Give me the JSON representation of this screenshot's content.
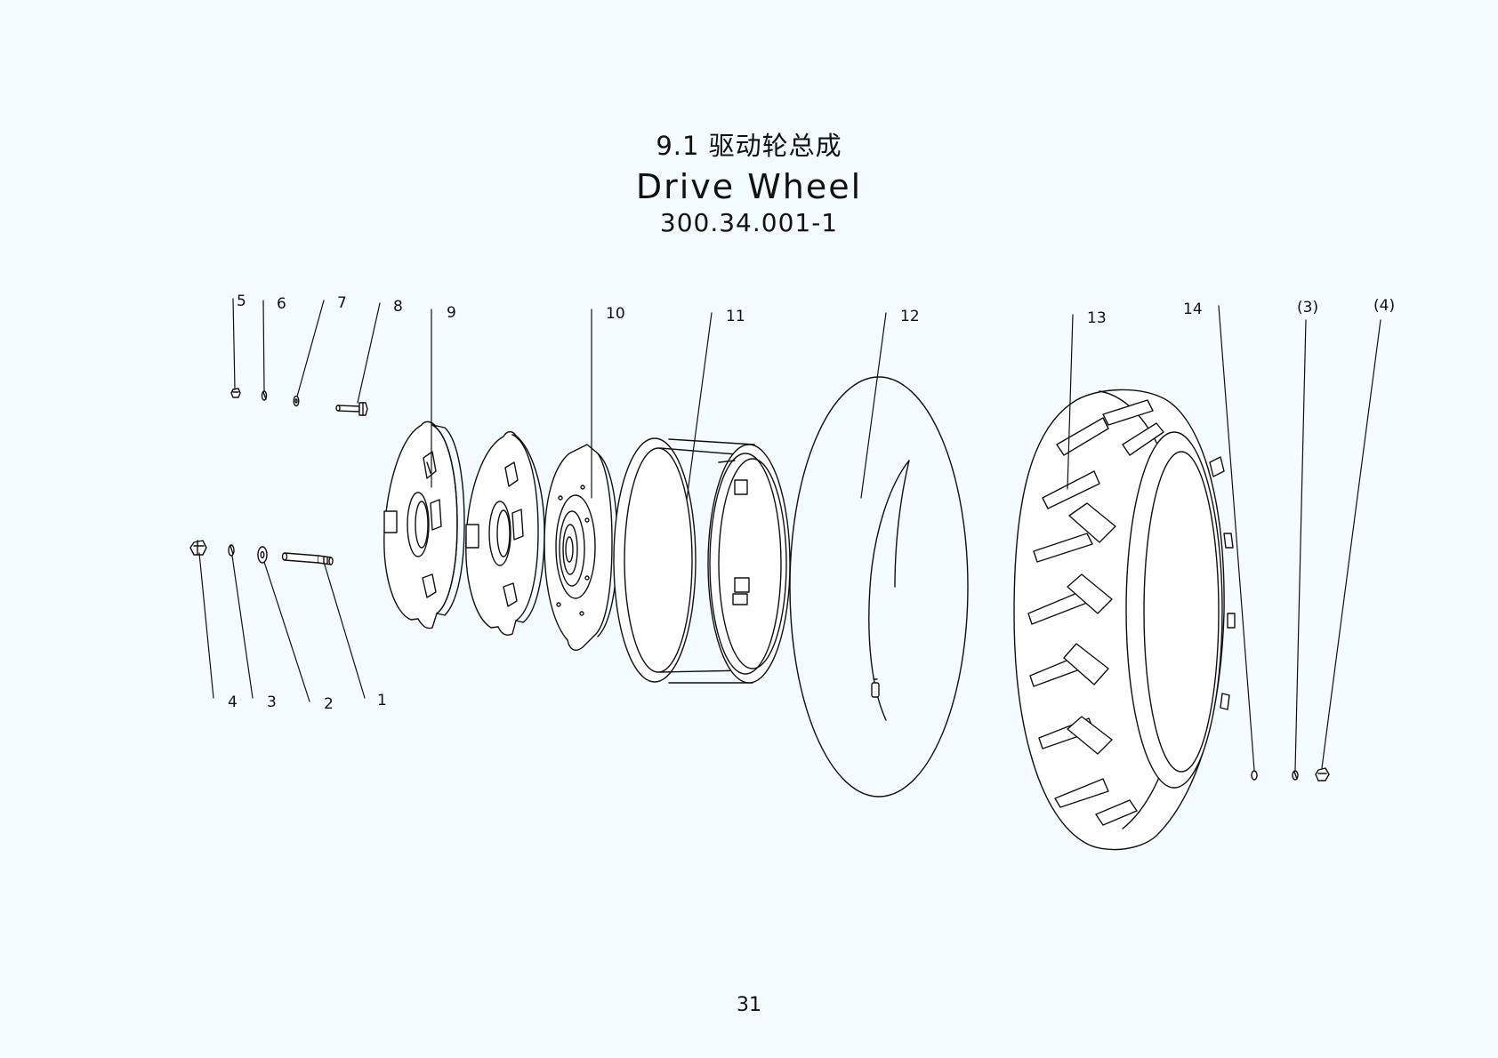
{
  "title": {
    "chinese": "9.1 驱动轮总成",
    "english": "Drive Wheel",
    "part_number": "300.34.001-1"
  },
  "callouts": [
    {
      "id": "1",
      "label": "1"
    },
    {
      "id": "2",
      "label": "2"
    },
    {
      "id": "3",
      "label": "3"
    },
    {
      "id": "4",
      "label": "4"
    },
    {
      "id": "5",
      "label": "5"
    },
    {
      "id": "6",
      "label": "6"
    },
    {
      "id": "7",
      "label": "7"
    },
    {
      "id": "8",
      "label": "8"
    },
    {
      "id": "9",
      "label": "9"
    },
    {
      "id": "10",
      "label": "10"
    },
    {
      "id": "11",
      "label": "11"
    },
    {
      "id": "12",
      "label": "12"
    },
    {
      "id": "13",
      "label": "13"
    },
    {
      "id": "14",
      "label": "14"
    },
    {
      "id": "p3",
      "label": "(3)"
    },
    {
      "id": "p4",
      "label": "(4)"
    }
  ],
  "page_number": "31",
  "colors": {
    "background": "#f4fcff",
    "line": "#111111"
  }
}
